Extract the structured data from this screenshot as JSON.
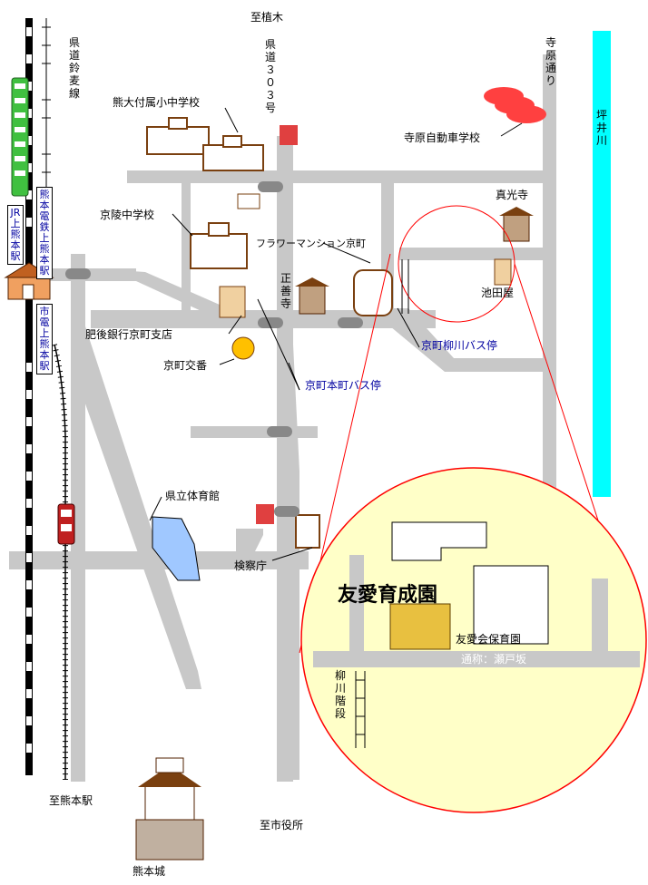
{
  "directions": {
    "north": "至植木",
    "south_left": "至熊本駅",
    "south": "至市役所"
  },
  "roads": {
    "prefectural_suzumugi": "県道鈴麦線",
    "prefectural_303": "県道３０３号",
    "terahara_dori": "寺原通り",
    "setozaka": "通称：瀬戸坂",
    "yanagawa_steps": "柳川階段"
  },
  "river": "坪井川",
  "stations": {
    "jr": "JR上熊本駅",
    "kumamoto_dentetsu": "熊本電鉄上熊本駅",
    "tram": "市電上熊本駅"
  },
  "places": {
    "kumadai_school": "熊大付属小中学校",
    "terahara_driving_school": "寺原自動車学校",
    "shinkoji": "真光寺",
    "keiryo_jhs": "京陵中学校",
    "flower_mansion": "フラワーマンション京町",
    "ikedaya": "池田屋",
    "shozenji": "正善寺",
    "higo_bank": "肥後銀行京町支店",
    "kyomachi_koban": "京町交番",
    "yanagawa_bus": "京町柳川バス停",
    "honmachi_bus": "京町本町バス停",
    "gymnasium": "県立体育館",
    "prosecutors": "検察庁",
    "castle": "熊本城"
  },
  "inset": {
    "title": "友愛育成園",
    "nursery": "友愛会保育園"
  },
  "colors": {
    "road": "#c8c8c8",
    "river": "#00ffff",
    "inset_fill": "#ffffc8",
    "inset_border": "#ff0000",
    "bus_label": "#0000a0"
  }
}
